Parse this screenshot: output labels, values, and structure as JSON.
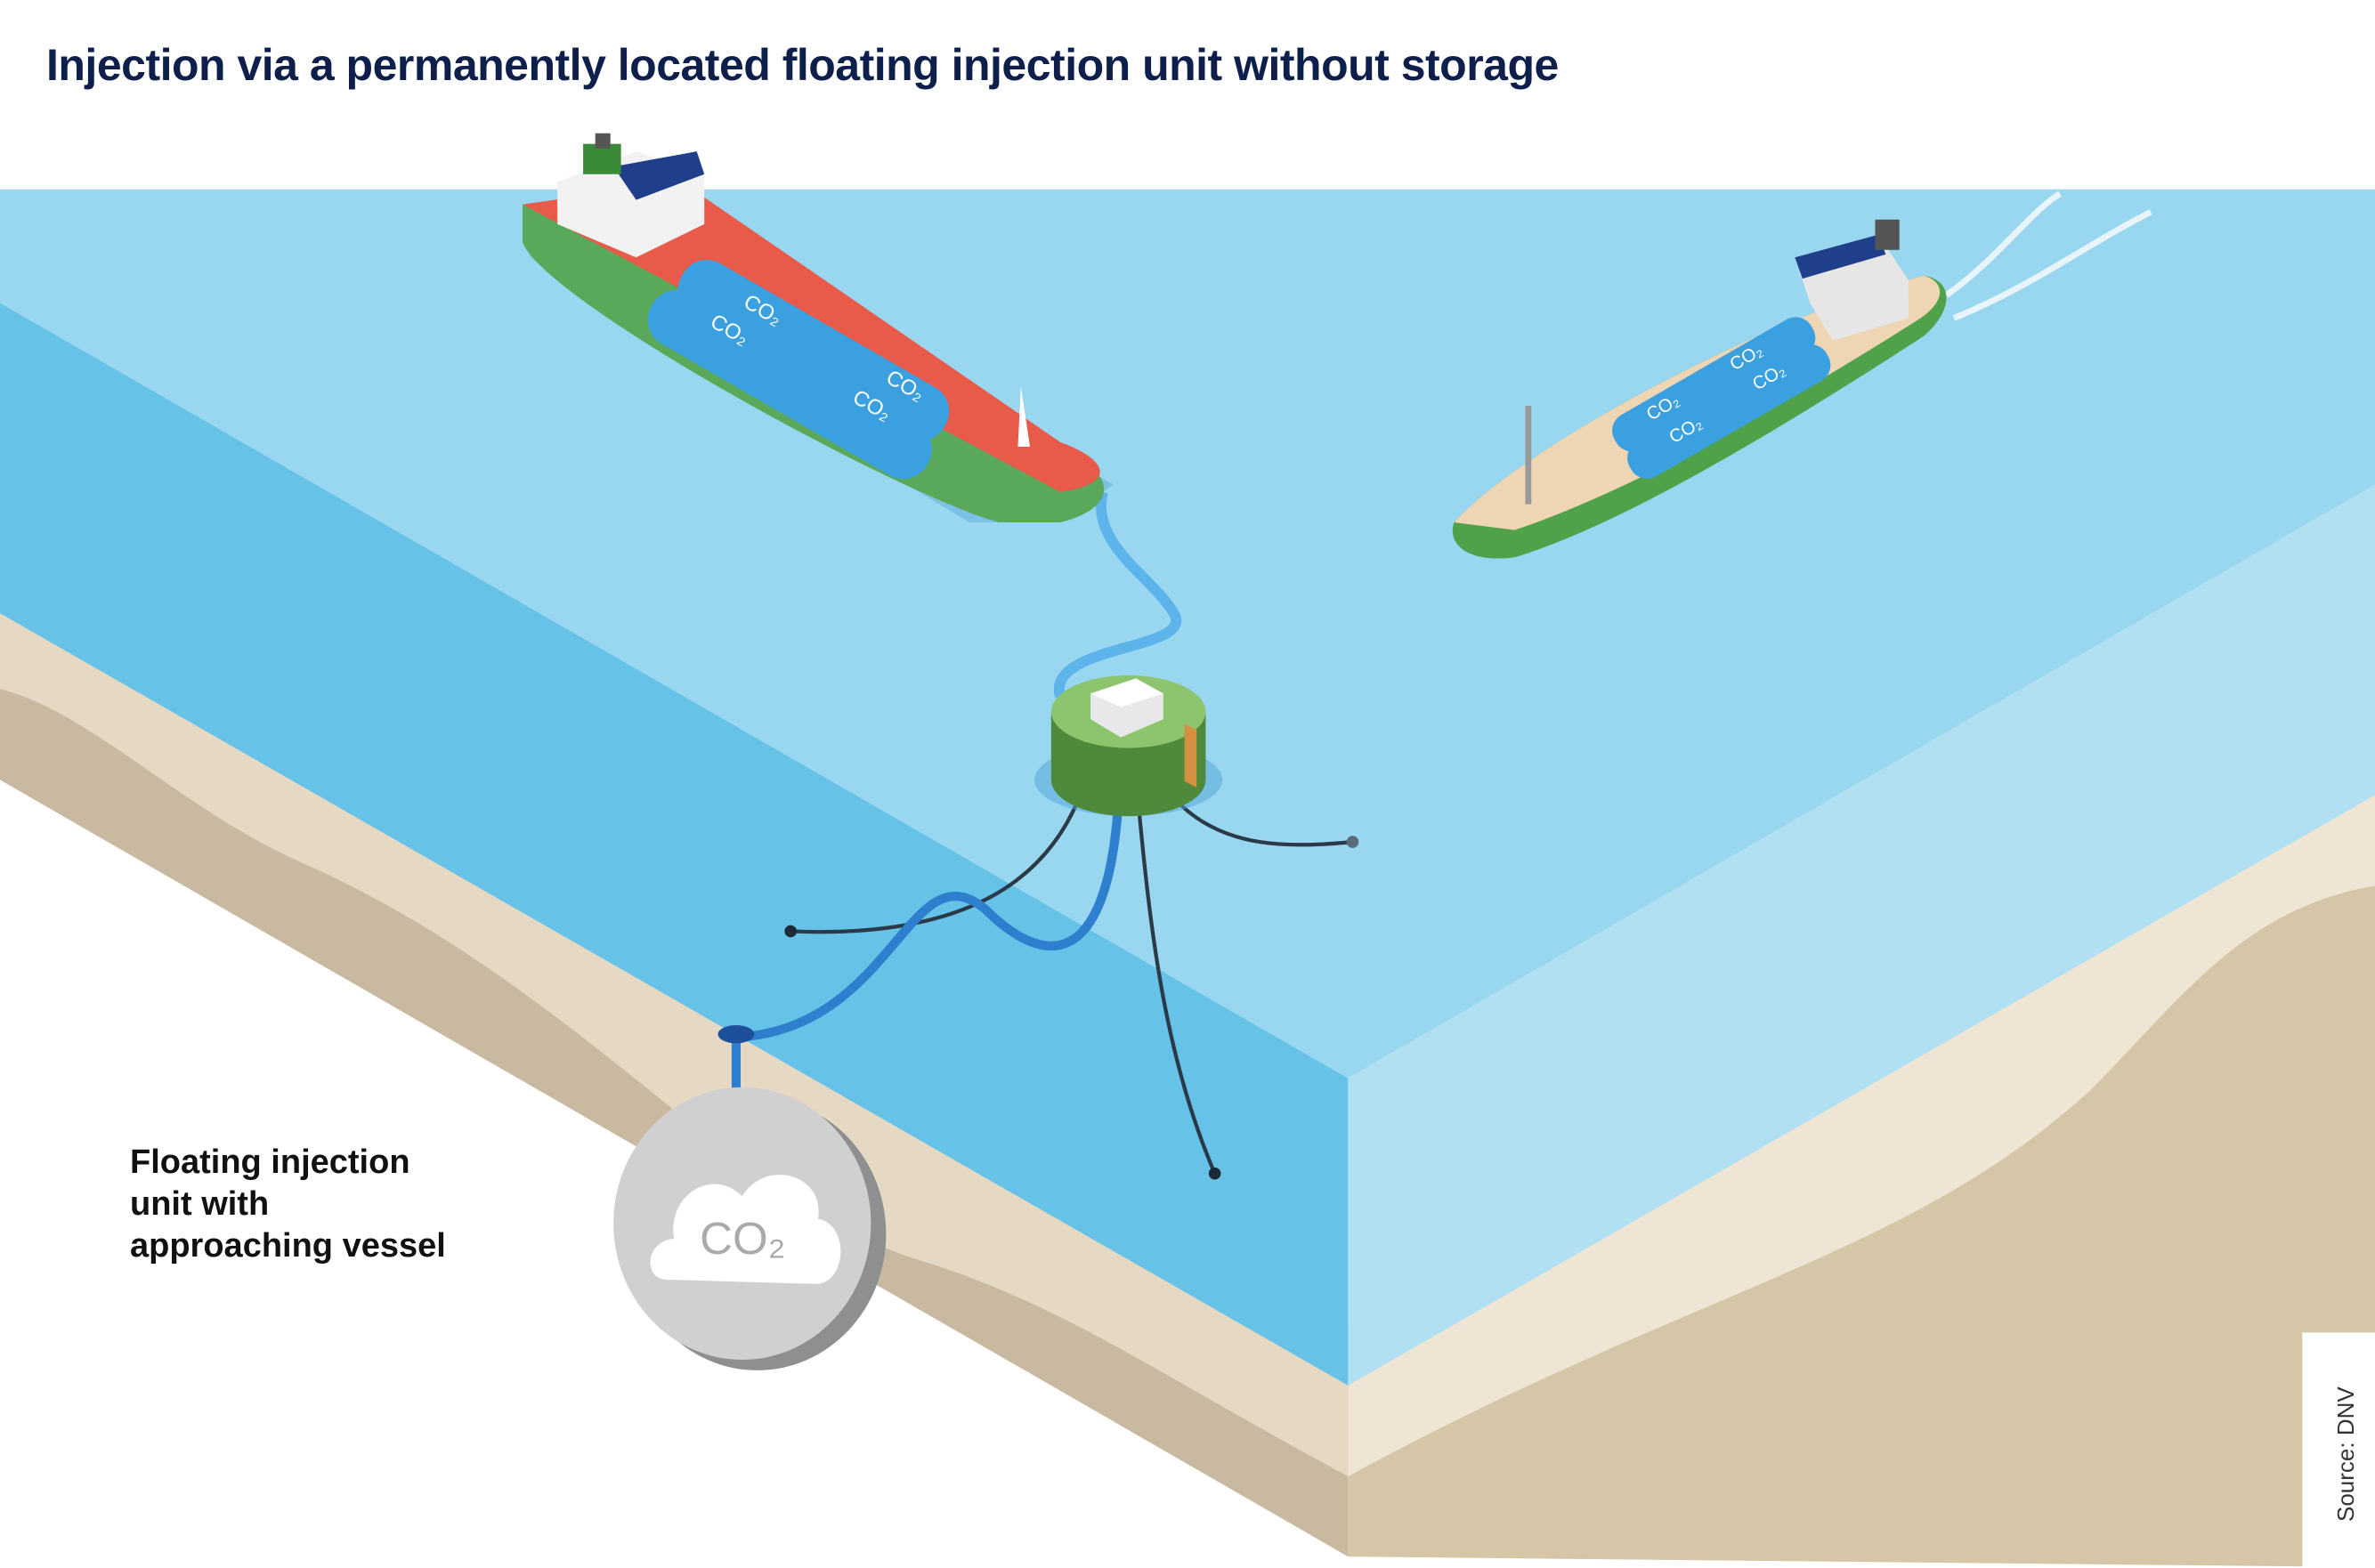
{
  "title": "Injection via a permanently located floating injection unit without storage",
  "caption": "Floating injection unit with approaching vessel",
  "source": "Source: DNV",
  "tank_label": "CO₂",
  "reservoir_label": "CO₂",
  "colors": {
    "title": "#0f1f4b",
    "sea_top": "#99d6ef",
    "sea_left": "#66c2e6",
    "sea_right": "#b0e0f2",
    "sand_light": "#e6d9c3",
    "sand_dark": "#c9b9a1",
    "hull_green": "#5aa85a",
    "deck_red": "#e85a4a",
    "tank_blue": "#3aa0e0",
    "buoy_green": "#5a9a4a",
    "reservoir": "#c8c8c8"
  }
}
